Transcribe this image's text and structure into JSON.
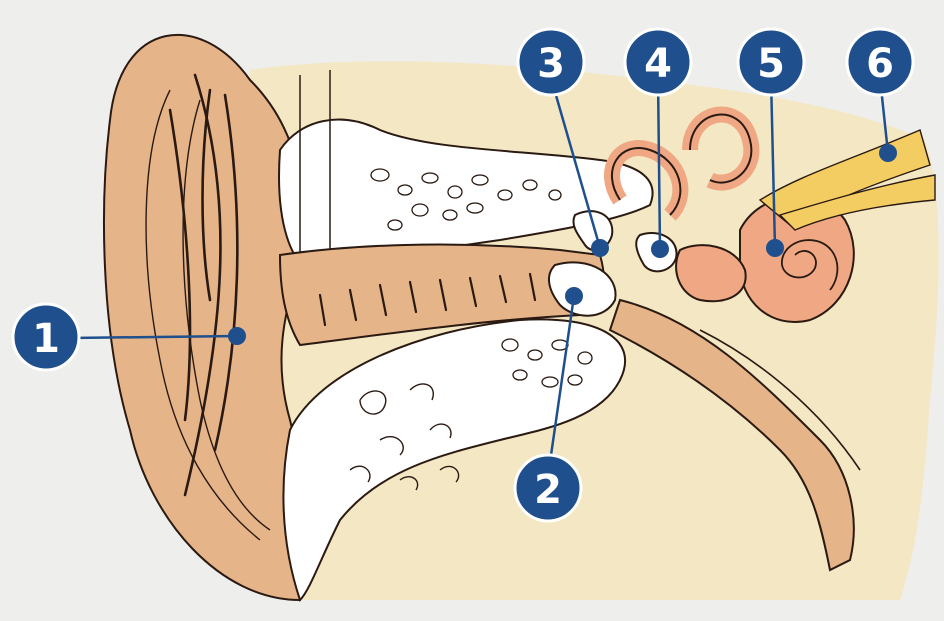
{
  "colors": {
    "background": "#eeeeec",
    "skull_bone": "#f3e7c4",
    "skin": "#e6b489",
    "inner_ear": "#efa883",
    "nerve": "#f3cd62",
    "badge": "#1f4f8c",
    "leader": "#1f4f8c",
    "outline": "#2a1a12"
  },
  "labels": [
    {
      "id": "1",
      "text": "1"
    },
    {
      "id": "2",
      "text": "2"
    },
    {
      "id": "3",
      "text": "3"
    },
    {
      "id": "4",
      "text": "4"
    },
    {
      "id": "5",
      "text": "5"
    },
    {
      "id": "6",
      "text": "6"
    }
  ]
}
